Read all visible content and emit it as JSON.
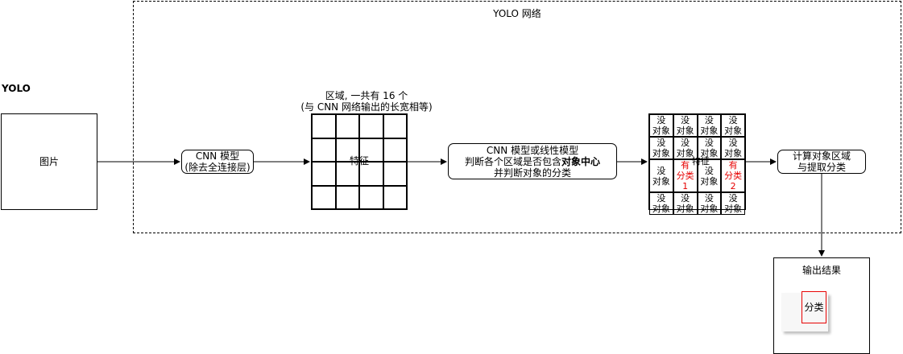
{
  "frame": {
    "title": "YOLO 网络"
  },
  "side_title": "YOLO",
  "image_box": {
    "label": "图片"
  },
  "cnn_box": {
    "line1": "CNN 模型",
    "line2": "(除去全连接层)"
  },
  "feature_grid": {
    "caption_line1": "区域, 一共有 16 个",
    "caption_line2": "(与 CNN 网络输出的长宽相等)",
    "center_label": "特征"
  },
  "detect_box": {
    "line1": "CNN 模型或线性模型",
    "line2_prefix": "判断各个区域是否包含",
    "line2_bold": "对象中心",
    "line3": "并判断对象的分类"
  },
  "result_grid": {
    "cells": [
      [
        "没\n对象",
        "没\n对象",
        "没\n对象",
        "没\n对象"
      ],
      [
        "没\n对象",
        "没\n对象",
        "没\n对象",
        "没\n对象"
      ],
      [
        "没\n对象",
        "有\n分类1",
        "没\n对象",
        "有\n分类2"
      ],
      [
        "没\n对象",
        "没\n对象",
        "没\n对象",
        "没\n对象"
      ]
    ],
    "overlay_label": "特征"
  },
  "compute_box": {
    "line1": "计算对象区域",
    "line2": "与提取分类"
  },
  "output_box": {
    "title": "输出结果",
    "inner_label": "分类"
  },
  "colors": {
    "stroke": "#000000",
    "highlight": "#e60000",
    "background": "#ffffff"
  }
}
